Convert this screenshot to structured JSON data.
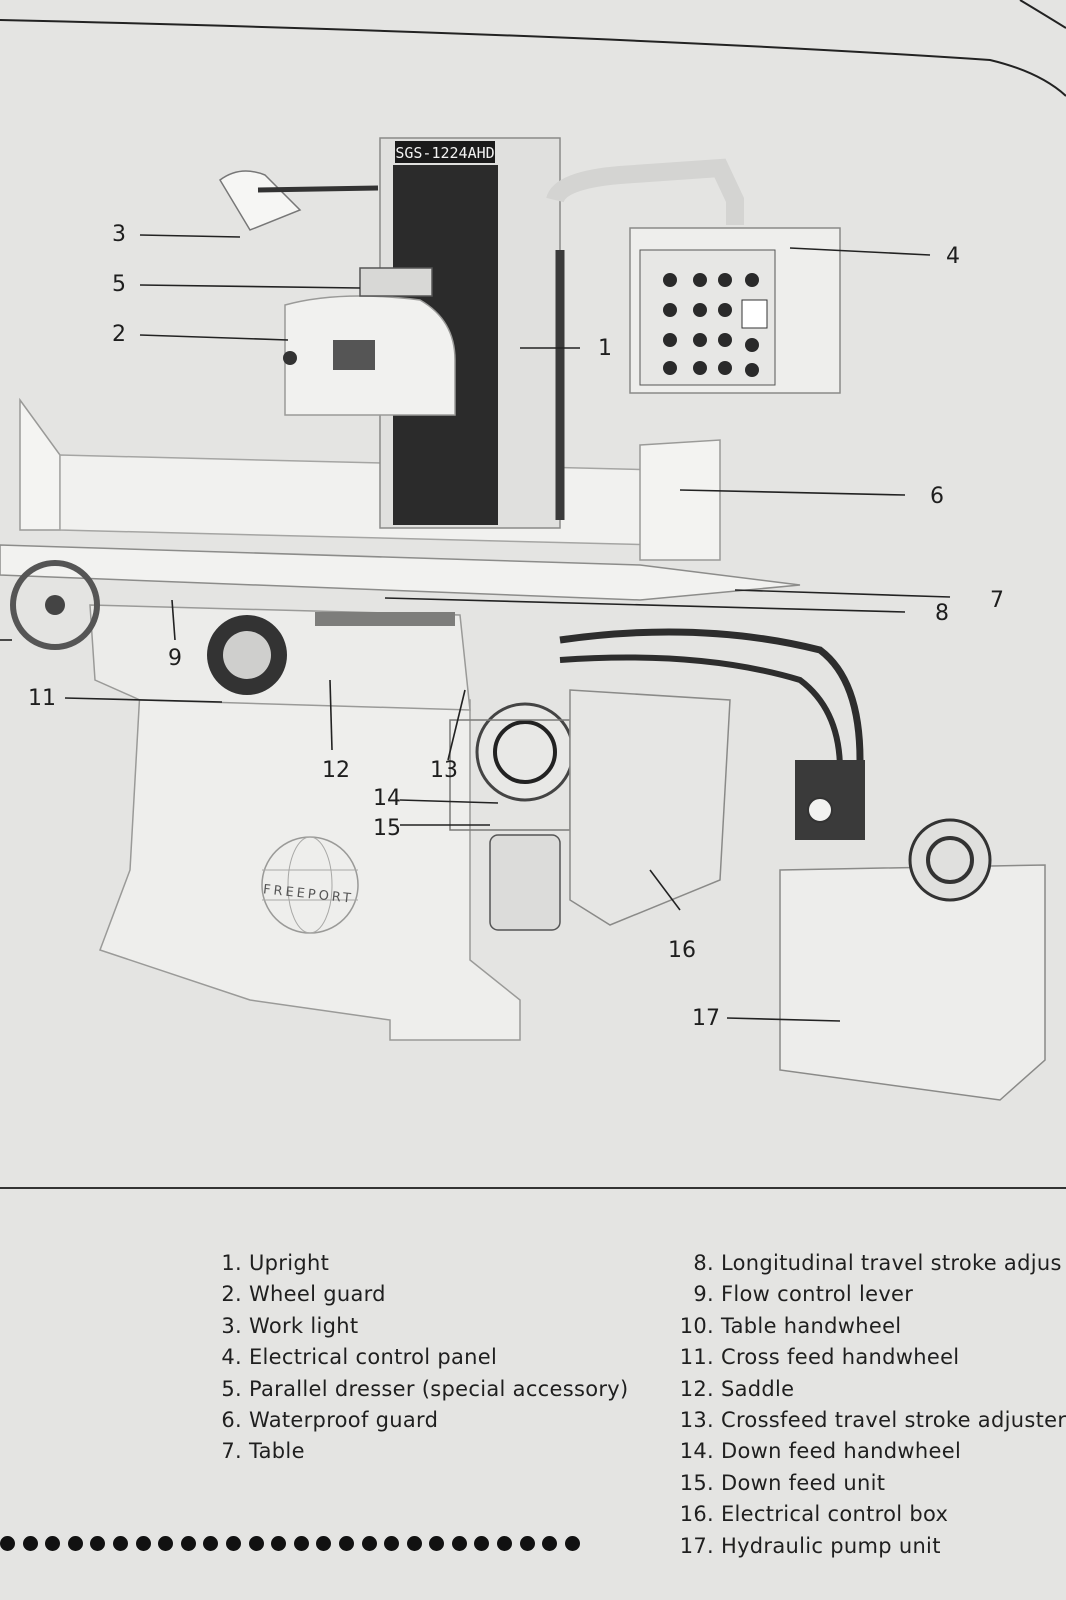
{
  "figure": {
    "model_plate": "SGS-1224AHD",
    "logo_text": "FREEPORT",
    "callouts": [
      "1",
      "2",
      "3",
      "4",
      "5",
      "6",
      "7",
      "8",
      "9",
      "11",
      "12",
      "13",
      "14",
      "15",
      "16",
      "17"
    ]
  },
  "legend": {
    "left": [
      {
        "num": "1.",
        "label": "Upright"
      },
      {
        "num": "2.",
        "label": "Wheel guard"
      },
      {
        "num": "3.",
        "label": "Work light"
      },
      {
        "num": "4.",
        "label": "Electrical control panel"
      },
      {
        "num": "5.",
        "label": "Parallel dresser (special accessory)"
      },
      {
        "num": "6.",
        "label": "Waterproof guard"
      },
      {
        "num": "7.",
        "label": "Table"
      }
    ],
    "right": [
      {
        "num": "8.",
        "label": "Longitudinal travel stroke adjus"
      },
      {
        "num": "9.",
        "label": "Flow control  lever"
      },
      {
        "num": "10.",
        "label": "Table handwheel"
      },
      {
        "num": "11.",
        "label": "Cross feed handwheel"
      },
      {
        "num": "12.",
        "label": "Saddle"
      },
      {
        "num": "13.",
        "label": "Crossfeed travel stroke adjuster"
      },
      {
        "num": "14.",
        "label": "Down feed handwheel"
      },
      {
        "num": "15.",
        "label": "Down feed unit"
      },
      {
        "num": "16.",
        "label": "Electrical control box"
      },
      {
        "num": "17.",
        "label": "Hydraulic pump unit"
      }
    ]
  },
  "dots_count": 26
}
